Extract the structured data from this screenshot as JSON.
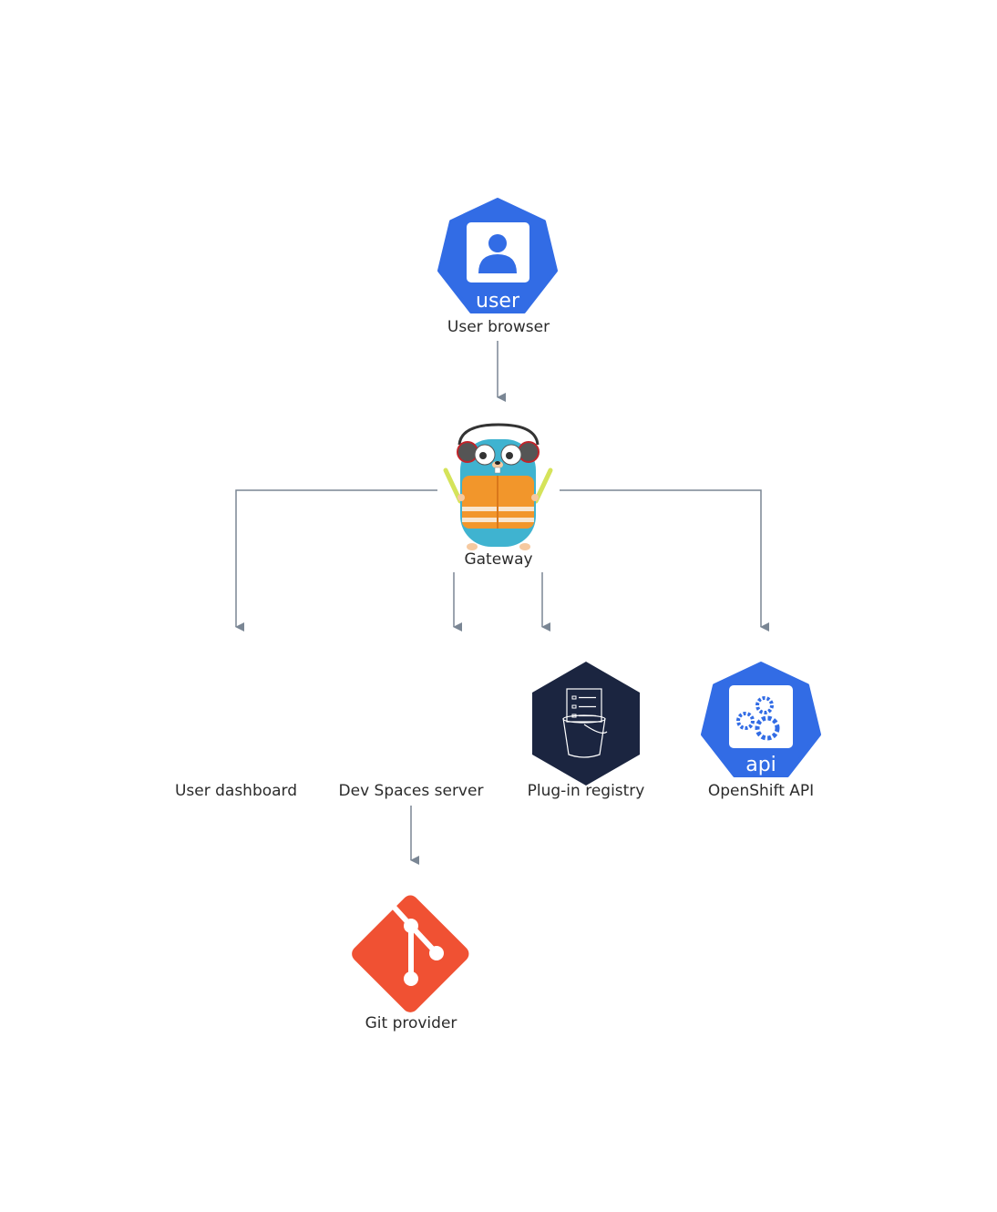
{
  "nodes": {
    "user_browser": {
      "label": "User browser",
      "icon": "user-icon",
      "badge": "user"
    },
    "gateway": {
      "label": "Gateway",
      "icon": "gopher-icon"
    },
    "user_dashboard": {
      "label": "User dashboard"
    },
    "dev_spaces_server": {
      "label": "Dev Spaces server"
    },
    "plugin_registry": {
      "label": "Plug-in registry",
      "icon": "bucket-icon"
    },
    "openshift_api": {
      "label": "OpenShift API",
      "icon": "gears-icon",
      "badge": "api"
    },
    "git_provider": {
      "label": "Git provider",
      "icon": "git-icon"
    }
  },
  "edges": [
    {
      "from": "User browser",
      "to": "Gateway"
    },
    {
      "from": "Gateway",
      "to": "User dashboard"
    },
    {
      "from": "Gateway",
      "to": "Dev Spaces server"
    },
    {
      "from": "Gateway",
      "to": "Plug-in registry"
    },
    {
      "from": "Gateway",
      "to": "OpenShift API"
    },
    {
      "from": "Dev Spaces server",
      "to": "Git provider"
    }
  ],
  "colors": {
    "k8s_blue": "#326CE5",
    "edge": "#7a8694",
    "registry_navy": "#1b2540",
    "git_orange": "#F05133",
    "gopher_blue": "#3fb3d0",
    "vest_orange": "#f2962b"
  }
}
